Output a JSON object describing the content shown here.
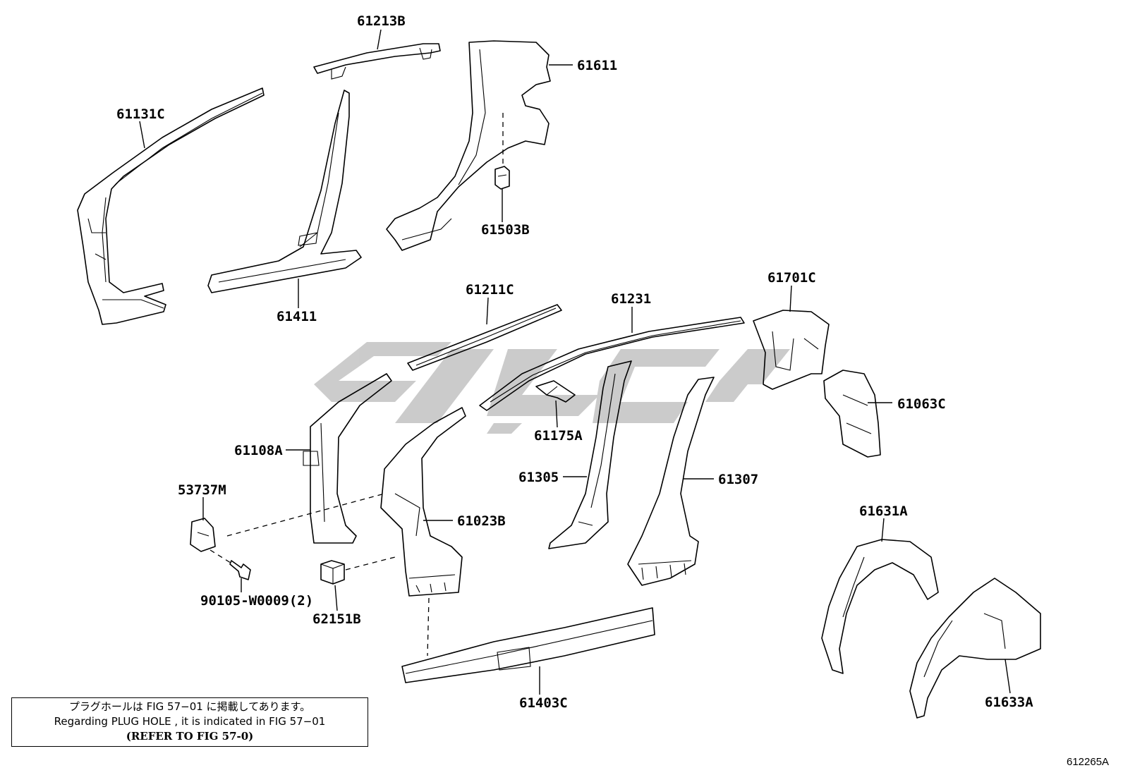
{
  "figure": {
    "code": "612265A",
    "watermark_color": "#c9c9c9",
    "parts": [
      {
        "id": "p61213B",
        "label": "61213B"
      },
      {
        "id": "p61611",
        "label": "61611"
      },
      {
        "id": "p61131C",
        "label": "61131C"
      },
      {
        "id": "p61503B",
        "label": "61503B"
      },
      {
        "id": "p61411",
        "label": "61411"
      },
      {
        "id": "p61211C",
        "label": "61211C"
      },
      {
        "id": "p61231",
        "label": "61231"
      },
      {
        "id": "p61701C",
        "label": "61701C"
      },
      {
        "id": "p61063C",
        "label": "61063C"
      },
      {
        "id": "p61108A",
        "label": "61108A"
      },
      {
        "id": "p61175A",
        "label": "61175A"
      },
      {
        "id": "p53737M",
        "label": "53737M"
      },
      {
        "id": "p61305",
        "label": "61305"
      },
      {
        "id": "p61307",
        "label": "61307"
      },
      {
        "id": "p61023B",
        "label": "61023B"
      },
      {
        "id": "p61631A",
        "label": "61631A"
      },
      {
        "id": "p90105",
        "label": "90105-W0009(2)"
      },
      {
        "id": "p62151B",
        "label": "62151B"
      },
      {
        "id": "p61403C",
        "label": "61403C"
      },
      {
        "id": "p61633A",
        "label": "61633A"
      }
    ]
  },
  "note": {
    "line1": "プラグホールは FIG 57−01 に掲載してあります。",
    "line2": "Regarding  PLUG  HOLE , it is indicated in  FIG  57−01",
    "line3": "(REFER TO FIG 57-0)"
  }
}
